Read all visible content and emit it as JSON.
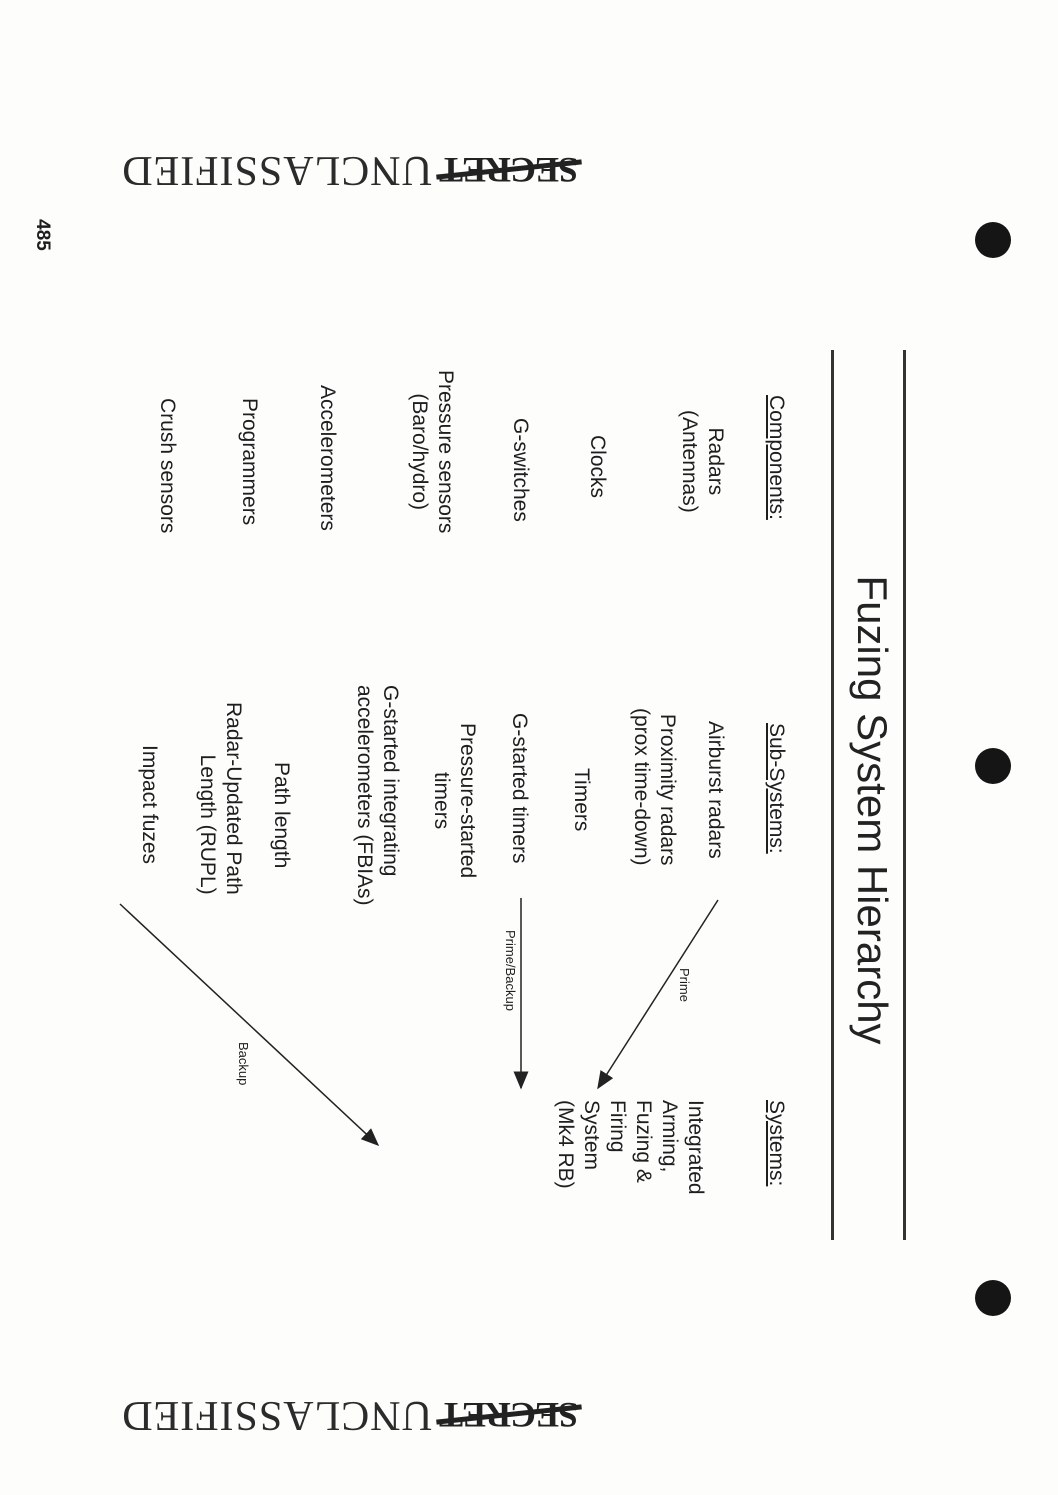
{
  "page_number": "485",
  "stamps": {
    "top": {
      "struck_text": "SECRET",
      "label": "UNCLASSIFIED"
    },
    "bottom": {
      "struck_text": "SECRET",
      "label": "UNCLASSIFIED"
    }
  },
  "slide": {
    "title": "Fuzing System Hierarchy",
    "columns": {
      "components_header": "Components:",
      "subsystems_header": "Sub-Systems:",
      "systems_header": "Systems:"
    },
    "components": [
      "Radars\n(Antennas)",
      "Clocks",
      "G-switches",
      "Pressure sensors\n(Baro/hydro)",
      "Accelerometers",
      "Programmers",
      "Crush sensors"
    ],
    "subsystems": [
      "Airburst radars",
      "Proximity radars\n(prox time-down)",
      "Timers",
      "G-started timers",
      "Pressure-started\ntimers",
      "G-started integrating\naccelerometers (FBIAs)",
      "Path length",
      "Radar-Updated Path\nLength (RUPL)",
      "Impact fuzes"
    ],
    "system": "Integrated\nArming,\nFuzing &\nFiring\nSystem\n(Mk4 RB)",
    "arrow_labels": {
      "prime": "Prime",
      "prime_backup": "Prime/Backup",
      "backup": "Backup"
    }
  }
}
